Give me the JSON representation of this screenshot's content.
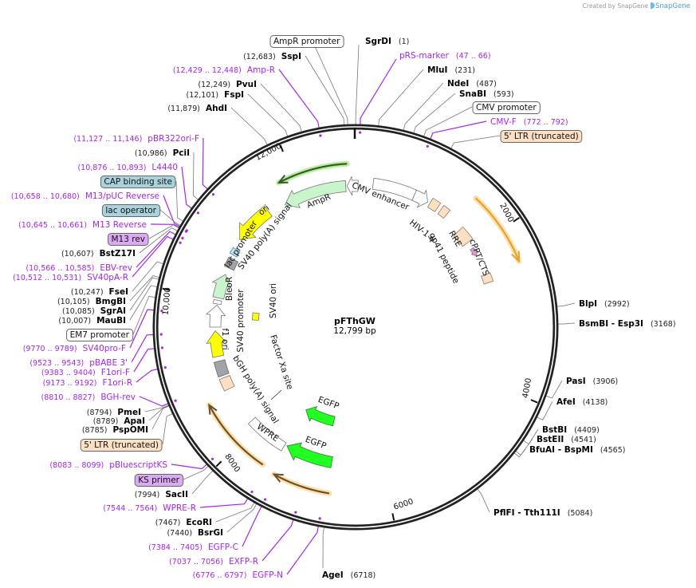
{
  "watermark": {
    "text": "Created by SnapGene",
    "icon": "snapgene-logo-icon"
  },
  "plasmid": {
    "name": "pFThGW",
    "length": "12,799 bp"
  },
  "ticks": [
    "2000",
    "4000",
    "6000",
    "8000",
    "10,000",
    "12,000"
  ],
  "colors": {
    "primer": "#a526e8",
    "ring": "#222222",
    "feature_peach": "#fde0c4",
    "feature_blue": "#a9d2dc",
    "feature_purple": "#dcaaf2",
    "orange_arc": "#e8a030",
    "green_arc": "#b8f0a0"
  },
  "sites": [
    {
      "kind": "feature",
      "label": "AmpR promoter",
      "color": "#ffffff"
    },
    {
      "kind": "enzyme",
      "name": "SgrDI",
      "pos": "(1)"
    },
    {
      "kind": "enzyme",
      "name": "SspI",
      "pos": "(12,683)"
    },
    {
      "kind": "primer",
      "name": "pRS-marker",
      "pos": "(47 .. 66)"
    },
    {
      "kind": "primer",
      "name": "Amp-R",
      "pos": "(12,429 .. 12,448)"
    },
    {
      "kind": "enzyme",
      "name": "MluI",
      "pos": "(231)"
    },
    {
      "kind": "enzyme",
      "name": "PvuI",
      "pos": "(12,249)"
    },
    {
      "kind": "enzyme",
      "name": "NdeI",
      "pos": "(487)"
    },
    {
      "kind": "enzyme",
      "name": "FspI",
      "pos": "(12,101)"
    },
    {
      "kind": "enzyme",
      "name": "SnaBI",
      "pos": "(593)"
    },
    {
      "kind": "feature",
      "label": "CMV promoter",
      "color": "#ffffff"
    },
    {
      "kind": "enzyme",
      "name": "AhdI",
      "pos": "(11,879)"
    },
    {
      "kind": "primer",
      "name": "CMV-F",
      "pos": "(772 .. 792)"
    },
    {
      "kind": "feature",
      "label": "5' LTR (truncated)",
      "color": "#fde0c4"
    },
    {
      "kind": "primer",
      "name": "pBR322ori-F",
      "pos": "(11,127 .. 11,146)"
    },
    {
      "kind": "enzyme",
      "name": "PciI",
      "pos": "(10,986)"
    },
    {
      "kind": "primer",
      "name": "L4440",
      "pos": "(10,876 .. 10,893)"
    },
    {
      "kind": "feature",
      "label": "CAP binding site",
      "color": "#a9d2dc"
    },
    {
      "kind": "primer",
      "name": "M13/pUC Reverse",
      "pos": "(10,658 .. 10,680)"
    },
    {
      "kind": "feature",
      "label": "lac operator",
      "color": "#a9d2dc"
    },
    {
      "kind": "primer",
      "name": "M13 Reverse",
      "pos": "(10,645 .. 10,661)"
    },
    {
      "kind": "feature",
      "label": "M13 rev",
      "color": "#dcaaf2"
    },
    {
      "kind": "enzyme",
      "name": "BstZ17I",
      "pos": "(10,607)"
    },
    {
      "kind": "primer",
      "name": "EBV-rev",
      "pos": "(10,566 .. 10,585)"
    },
    {
      "kind": "primer",
      "name": "SV40pA-R",
      "pos": "(10,512 .. 10,531)"
    },
    {
      "kind": "enzyme",
      "name": "FseI",
      "pos": "(10,247)"
    },
    {
      "kind": "enzyme",
      "name": "BmgBI",
      "pos": "(10,105)"
    },
    {
      "kind": "enzyme",
      "name": "SgrAI",
      "pos": "(10,085)"
    },
    {
      "kind": "enzyme",
      "name": "MauBI",
      "pos": "(10,007)"
    },
    {
      "kind": "feature",
      "label": "EM7 promoter",
      "color": "#ffffff"
    },
    {
      "kind": "primer",
      "name": "SV40pro-F",
      "pos": "(9770 .. 9789)"
    },
    {
      "kind": "primer",
      "name": "pBABE 3'",
      "pos": "(9523 .. 9543)"
    },
    {
      "kind": "primer",
      "name": "F1ori-F",
      "pos": "(9383 .. 9404)"
    },
    {
      "kind": "primer",
      "name": "F1ori-R",
      "pos": "(9173 .. 9192)"
    },
    {
      "kind": "primer",
      "name": "BGH-rev",
      "pos": "(8810 .. 8827)"
    },
    {
      "kind": "enzyme",
      "name": "PmeI",
      "pos": "(8794)"
    },
    {
      "kind": "enzyme",
      "name": "ApaI",
      "pos": "(8789)"
    },
    {
      "kind": "enzyme",
      "name": "PspOMI",
      "pos": "(8785)"
    },
    {
      "kind": "feature",
      "label": "5' LTR (truncated)",
      "color": "#fde0c4"
    },
    {
      "kind": "primer",
      "name": "pBluescriptKS",
      "pos": "(8083 .. 8099)"
    },
    {
      "kind": "feature",
      "label": "KS primer",
      "color": "#dcaaf2"
    },
    {
      "kind": "enzyme",
      "name": "SacII",
      "pos": "(7994)"
    },
    {
      "kind": "primer",
      "name": "WPRE-R",
      "pos": "(7544 .. 7564)"
    },
    {
      "kind": "enzyme",
      "name": "EcoRI",
      "pos": "(7467)"
    },
    {
      "kind": "enzyme",
      "name": "BsrGI",
      "pos": "(7440)"
    },
    {
      "kind": "primer",
      "name": "EGFP-C",
      "pos": "(7384 .. 7405)"
    },
    {
      "kind": "primer",
      "name": "EXFP-R",
      "pos": "(7037 .. 7056)"
    },
    {
      "kind": "primer",
      "name": "EGFP-N",
      "pos": "(6776 .. 6797)"
    },
    {
      "kind": "enzyme",
      "name": "AgeI",
      "pos": "(6718)"
    },
    {
      "kind": "enzyme",
      "name": "PflFI - Tth111I",
      "pos": "(5084)"
    },
    {
      "kind": "enzyme",
      "name": "BfuAI - BspMI",
      "pos": "(4565)"
    },
    {
      "kind": "enzyme",
      "name": "BstEII",
      "pos": "(4541)"
    },
    {
      "kind": "enzyme",
      "name": "BstBI",
      "pos": "(4409)"
    },
    {
      "kind": "enzyme",
      "name": "AfeI",
      "pos": "(4138)"
    },
    {
      "kind": "enzyme",
      "name": "PasI",
      "pos": "(3906)"
    },
    {
      "kind": "enzyme",
      "name": "BsmBI - Esp3I",
      "pos": "(3168)"
    },
    {
      "kind": "enzyme",
      "name": "BlpI",
      "pos": "(2992)"
    }
  ],
  "map_features": [
    {
      "label": "AmpR"
    },
    {
      "label": "CMV enhancer"
    },
    {
      "label": "HIV-1 ψ"
    },
    {
      "label": "RRE"
    },
    {
      "label": "gp41 peptide"
    },
    {
      "label": "cPPT/CTS"
    },
    {
      "label": "ori"
    },
    {
      "label": "lac promoter"
    },
    {
      "label": "SV40 poly(A) signal"
    },
    {
      "label": "BleoR"
    },
    {
      "label": "SV40 promoter"
    },
    {
      "label": "f1 ori"
    },
    {
      "label": "bGH poly(A) signal"
    },
    {
      "label": "WPRE"
    },
    {
      "label": "SV40 ori"
    },
    {
      "label": "Factor Xa site"
    },
    {
      "label": "EGFP"
    },
    {
      "label": "EGFP"
    }
  ]
}
